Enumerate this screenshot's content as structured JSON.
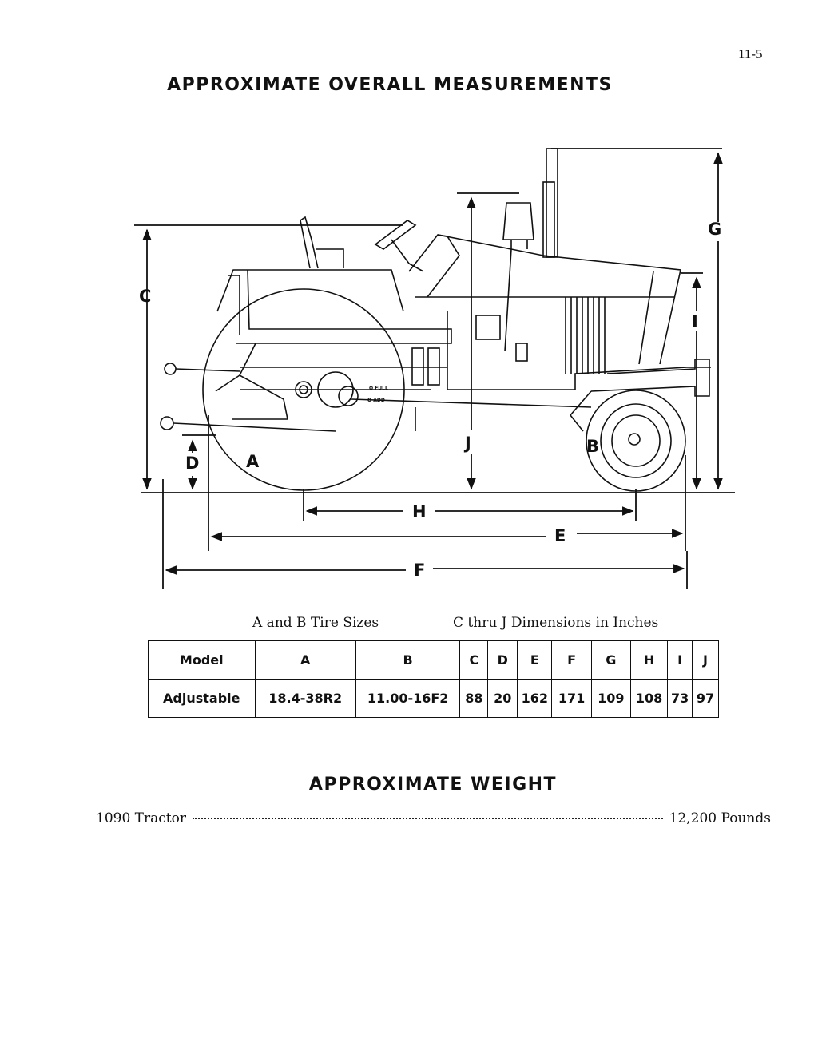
{
  "page_number": "11-5",
  "title": "APPROXIMATE OVERALL MEASUREMENTS",
  "diagram": {
    "labels": {
      "A": "A",
      "B": "B",
      "C": "C",
      "D": "D",
      "E": "E",
      "F": "F",
      "G": "G",
      "H": "H",
      "I": "I",
      "J": "J"
    },
    "fuel_labels": {
      "full": "O FULL",
      "add": "O ADD"
    }
  },
  "captions": {
    "tires": "A and B Tire Sizes",
    "dimensions": "C thru J Dimensions in Inches"
  },
  "table": {
    "headers": [
      "Model",
      "A",
      "B",
      "C",
      "D",
      "E",
      "F",
      "G",
      "H",
      "I",
      "J"
    ],
    "rows": [
      [
        "Adjustable",
        "18.4-38R2",
        "11.00-16F2",
        "88",
        "20",
        "162",
        "171",
        "109",
        "108",
        "73",
        "97"
      ]
    ]
  },
  "weight": {
    "title": "APPROXIMATE WEIGHT",
    "item": "1090 Tractor",
    "value": "12,200 Pounds"
  }
}
